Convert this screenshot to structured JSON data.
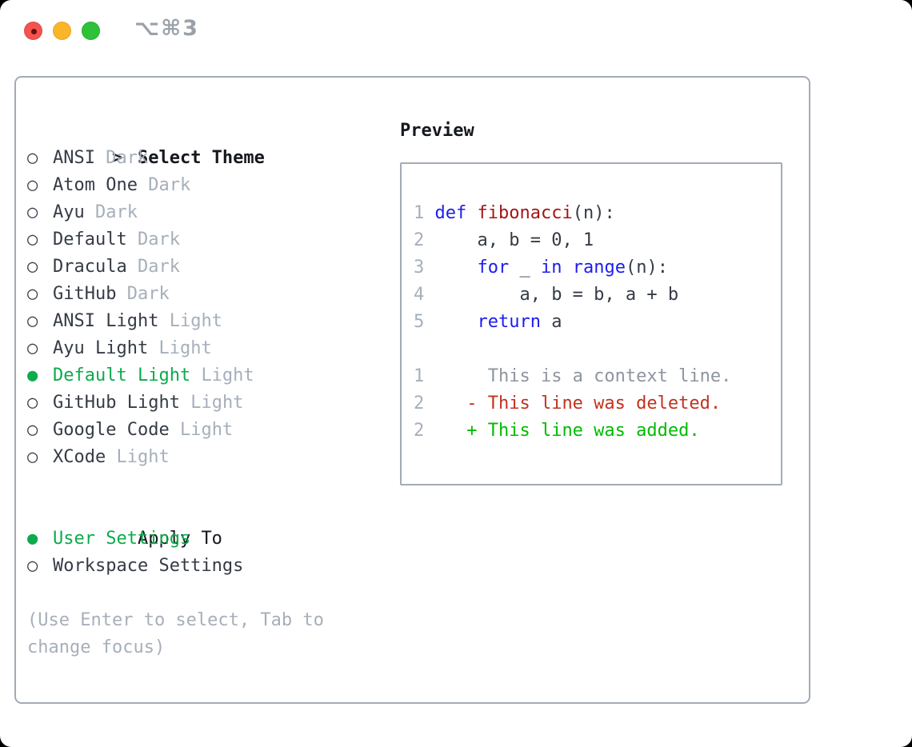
{
  "window": {
    "title": "⌥⌘3"
  },
  "titlebar": {
    "buttons": [
      {
        "name": "close-button"
      },
      {
        "name": "minimize-button"
      },
      {
        "name": "zoom-button"
      }
    ]
  },
  "theme_panel": {
    "pointer": ">",
    "header": "Select Theme",
    "themes": [
      {
        "name": "ANSI",
        "variant": "Dark",
        "selected": false
      },
      {
        "name": "Atom One",
        "variant": "Dark",
        "selected": false
      },
      {
        "name": "Ayu",
        "variant": "Dark",
        "selected": false
      },
      {
        "name": "Default",
        "variant": "Dark",
        "selected": false
      },
      {
        "name": "Dracula",
        "variant": "Dark",
        "selected": false
      },
      {
        "name": "GitHub",
        "variant": "Dark",
        "selected": false
      },
      {
        "name": "ANSI Light",
        "variant": "Light",
        "selected": false
      },
      {
        "name": "Ayu Light",
        "variant": "Light",
        "selected": false
      },
      {
        "name": "Default Light",
        "variant": "Light",
        "selected": true
      },
      {
        "name": "GitHub Light",
        "variant": "Light",
        "selected": false
      },
      {
        "name": "Google Code",
        "variant": "Light",
        "selected": false
      },
      {
        "name": "XCode",
        "variant": "Light",
        "selected": false
      }
    ],
    "radio_unselected_glyph": "○",
    "radio_selected_glyph": "●",
    "apply_to": {
      "header": "Apply To",
      "options": [
        {
          "label": "User Settings",
          "selected": true
        },
        {
          "label": "Workspace Settings",
          "selected": false
        }
      ]
    },
    "help_lines": [
      "(Use Enter to select, Tab to",
      "change focus)"
    ]
  },
  "preview": {
    "header": "Preview",
    "code_lines": [
      {
        "num": "1",
        "tokens": [
          [
            "kw",
            "def"
          ],
          [
            "pl",
            " "
          ],
          [
            "fn",
            "fibonacci"
          ],
          [
            "pl",
            "(n):"
          ]
        ]
      },
      {
        "num": "2",
        "tokens": [
          [
            "pl",
            "    a, b = 0, 1"
          ]
        ]
      },
      {
        "num": "3",
        "tokens": [
          [
            "pl",
            "    "
          ],
          [
            "kw",
            "for"
          ],
          [
            "pl",
            " _ "
          ],
          [
            "kw",
            "in"
          ],
          [
            "pl",
            " "
          ],
          [
            "kw",
            "range"
          ],
          [
            "pl",
            "(n):"
          ]
        ]
      },
      {
        "num": "4",
        "tokens": [
          [
            "pl",
            "        a, b = b, a + b"
          ]
        ]
      },
      {
        "num": "5",
        "tokens": [
          [
            "pl",
            "    "
          ],
          [
            "kw",
            "return"
          ],
          [
            "pl",
            " a"
          ]
        ]
      },
      {
        "num": "",
        "tokens": []
      },
      {
        "num": "1",
        "tokens": [
          [
            "ctx",
            "     This is a context line."
          ]
        ]
      },
      {
        "num": "2",
        "tokens": [
          [
            "del",
            "   - This line was deleted."
          ]
        ]
      },
      {
        "num": "2",
        "tokens": [
          [
            "add",
            "   + This line was added."
          ]
        ]
      }
    ]
  },
  "colors": {
    "text_dark": "#353b45",
    "muted_gray": "#a6afba",
    "context_gray": "#8e959e",
    "selection_green": "#0cab4c",
    "diff_added_green": "#00bb00",
    "diff_deleted_red": "#c2321f",
    "keyword_blue": "#1c1cf0",
    "function_red": "#a31515",
    "border_gray": "#a3abb6",
    "header_black": "#15181d"
  }
}
